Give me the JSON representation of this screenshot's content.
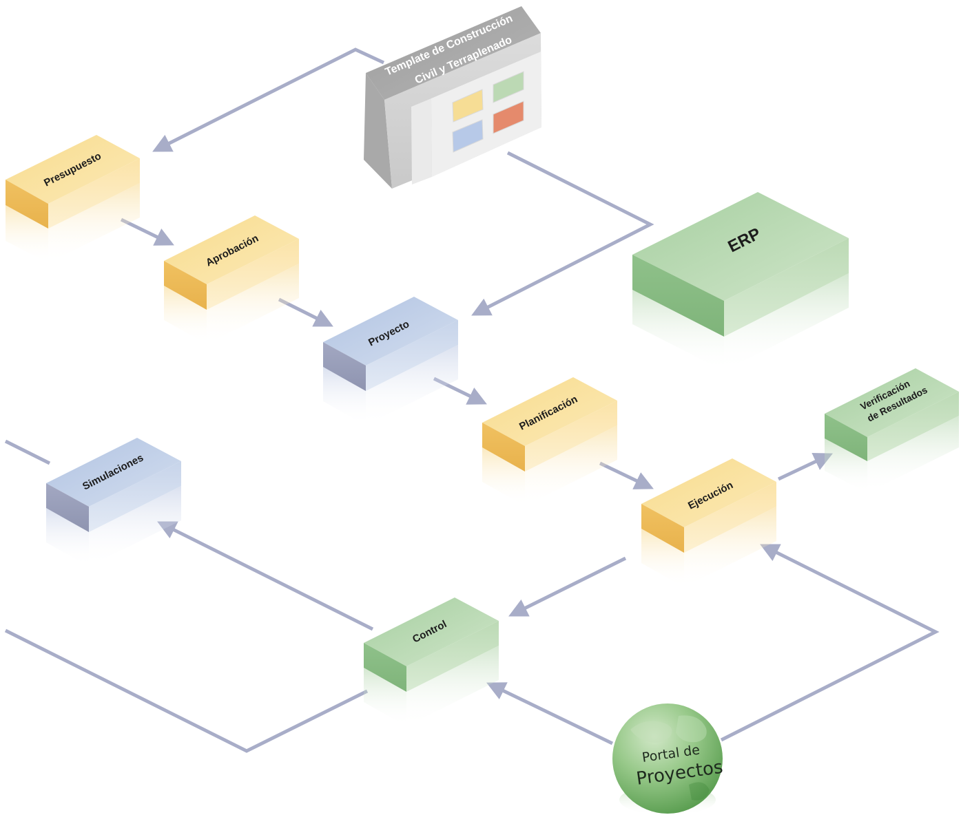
{
  "template": {
    "title_line1": "Template de Construcción",
    "title_line2": "Civil y Terraplenado"
  },
  "blocks": {
    "presupuesto": "Presupuesto",
    "aprobacion": "Aprobación",
    "proyecto": "Proyecto",
    "planificacion": "Planificación",
    "ejecucion": "Ejecución",
    "verificacion_line1": "Verificación",
    "verificacion_line2": "de Resultados",
    "simulaciones": "Simulaciones",
    "control": "Control",
    "erp": "ERP"
  },
  "portal": {
    "line1": "Portal de",
    "line2": "Proyectos"
  },
  "colors": {
    "yellow": "#f6d88a",
    "blue": "#b6c7e4",
    "green": "#a9d0a2",
    "gray": "#c4c4c4",
    "connector": "#a8adc8"
  }
}
